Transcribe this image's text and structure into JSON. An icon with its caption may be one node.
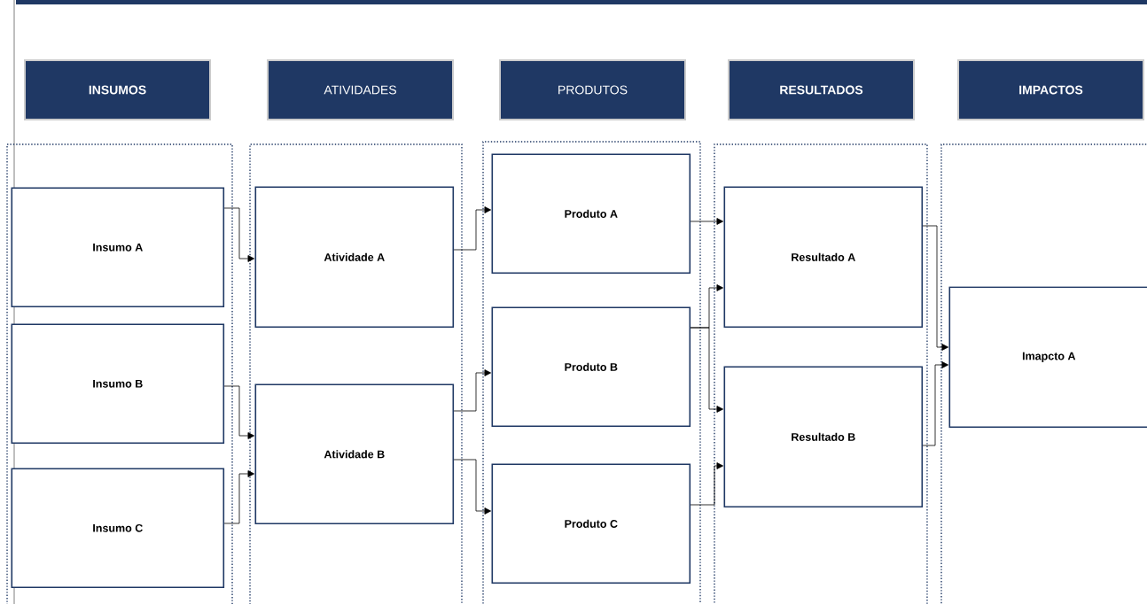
{
  "diagram": {
    "nodes": [
      {
        "text": [
          "INSUMOS"
        ]
      },
      {
        "text": [
          "ATIVIDADES"
        ]
      },
      {
        "text": [
          "PRODUTOS"
        ]
      },
      {
        "text": [
          "RESULTADOS"
        ]
      },
      {
        "text": [
          "IMPACTOS"
        ]
      },
      {
        "text": [],
        "shape": "box"
      },
      {
        "text": [
          "Insumo A"
        ],
        "in": 5
      },
      {
        "text": [
          "Insumo B"
        ],
        "in": 5
      },
      {
        "text": [
          "Insumo C"
        ],
        "in": 5
      },
      {
        "text": [],
        "shape": "box"
      },
      {
        "text": [
          "Atividade A"
        ],
        "in": 9
      },
      {
        "text": [
          "Atividade  B"
        ],
        "in": 9
      },
      {
        "text": [],
        "shape": "box"
      },
      {
        "text": [
          "Produto A"
        ],
        "in": 12
      },
      {
        "text": [
          "Produto B"
        ],
        "in": 12
      },
      {
        "text": [
          "Produto C"
        ],
        "in": 12
      },
      {
        "text": [],
        "shape": "box"
      },
      {
        "text": [
          "Resultado A"
        ],
        "in": 16
      },
      {
        "text": [
          "Resultado B"
        ],
        "in": 16
      },
      {
        "text": [],
        "shape": "box"
      },
      {
        "text": [
          "Imapcto A"
        ],
        "in": 19
      }
    ],
    "edges": [
      {
        "from": 6,
        "to": 10,
        "arrow": "to"
      },
      {
        "from": 7,
        "to": 11,
        "arrow": "to"
      },
      {
        "from": 8,
        "to": 11,
        "arrow": "to"
      },
      {
        "from": 10,
        "to": 13,
        "arrow": "to"
      },
      {
        "from": 11,
        "to": 14,
        "arrow": "to"
      },
      {
        "from": 11,
        "to": 15,
        "arrow": "to"
      },
      {
        "from": 13,
        "to": 17,
        "arrow": "to"
      },
      {
        "from": 14,
        "to": 17,
        "arrow": "to"
      },
      {
        "from": 14,
        "to": 18,
        "arrow": "to"
      },
      {
        "from": 15,
        "to": 18,
        "arrow": "to"
      },
      {
        "from": 17,
        "to": 20,
        "arrow": "to"
      },
      {
        "from": 18,
        "to": 20,
        "arrow": "to"
      }
    ]
  }
}
